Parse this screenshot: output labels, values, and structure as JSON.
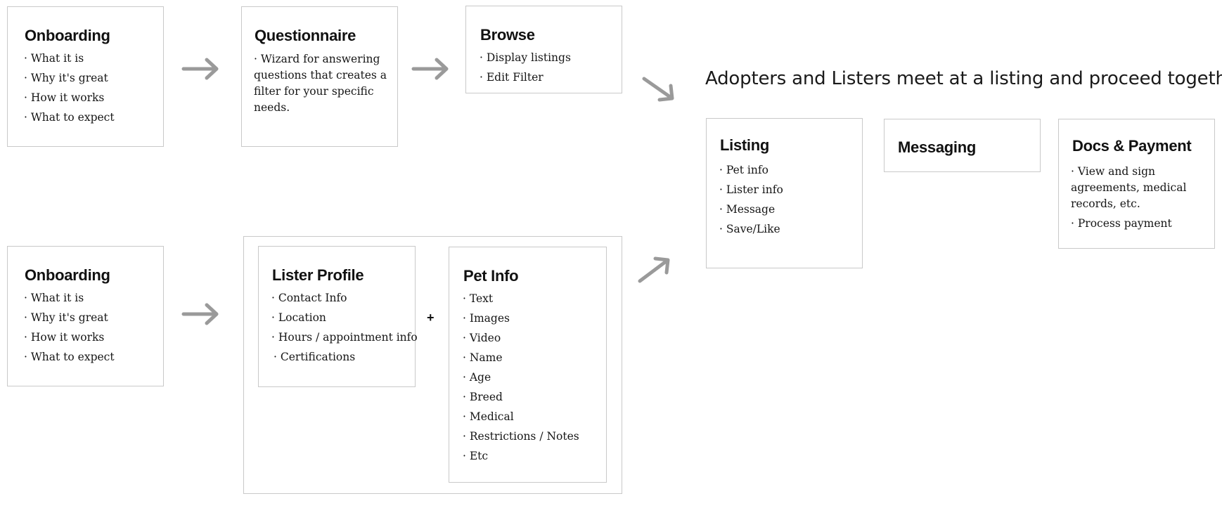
{
  "adopter_flow": {
    "onboarding": {
      "title": "Onboarding",
      "items": [
        "What it is",
        "Why it's great",
        "How it works",
        "What to expect"
      ]
    },
    "questionnaire": {
      "title": "Questionnaire",
      "description": "Wizard for answering questions that creates a filter for your specific needs."
    },
    "browse": {
      "title": "Browse",
      "items": [
        "Display listings",
        "Edit Filter"
      ]
    }
  },
  "lister_flow": {
    "onboarding": {
      "title": "Onboarding",
      "items": [
        "What it is",
        "Why it's great",
        "How it works",
        "What to expect"
      ]
    },
    "lister_profile": {
      "title": "Lister Profile",
      "items": [
        "Contact Info",
        "Location",
        "Hours / appointment info",
        "Certifications"
      ]
    },
    "plus_symbol": "+",
    "pet_info": {
      "title": "Pet Info",
      "items": [
        "Text",
        "Images",
        "Video",
        "Name",
        "Age",
        "Breed",
        "Medical",
        "Restrictions / Notes",
        "Etc"
      ]
    }
  },
  "meeting": {
    "headline": "Adopters and Listers meet at a listing and proceed together",
    "listing": {
      "title": "Listing",
      "items": [
        "Pet info",
        "Lister info",
        "Message",
        "Save/Like"
      ]
    },
    "messaging": {
      "title": "Messaging"
    },
    "docs_payment": {
      "title": "Docs & Payment",
      "agreements": "View and sign agreements, medical records, etc.",
      "payment": "Process payment"
    }
  },
  "icons": {
    "arrow": "arrow-right-icon",
    "arrow_down": "arrow-down-right-icon",
    "arrow_up": "arrow-up-right-icon"
  },
  "colors": {
    "box_border": "#c9c9c9",
    "arrow": "#9a9a9a",
    "text": "#111111"
  }
}
